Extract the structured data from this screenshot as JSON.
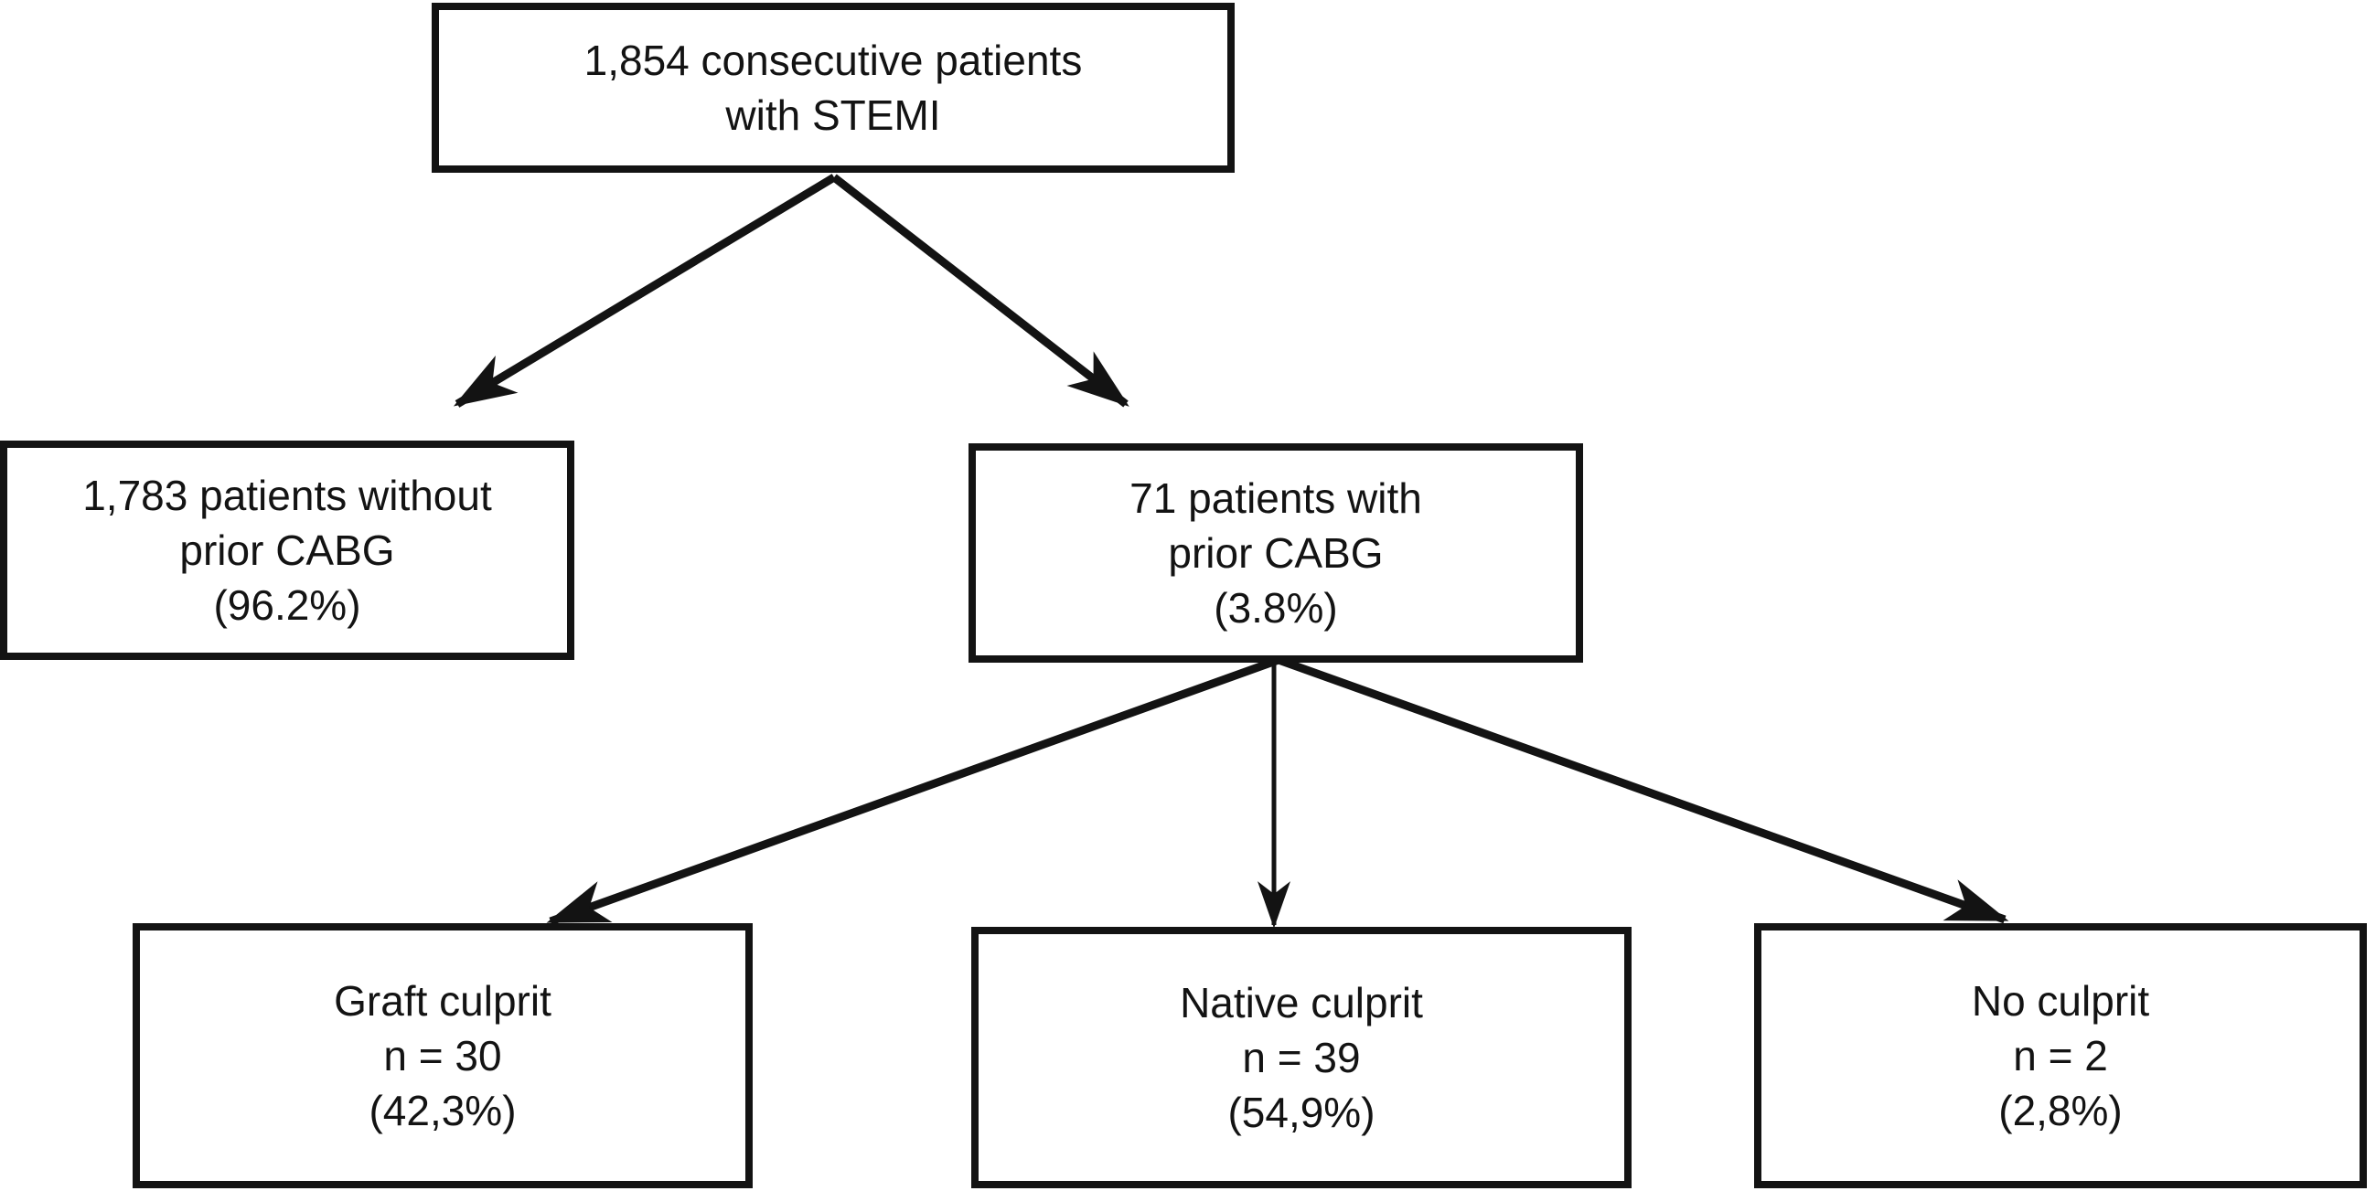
{
  "figure": {
    "background": "#ffffff",
    "ink": "#131313",
    "nodes": {
      "stemi": {
        "lines": [
          "1,854 consecutive patients",
          "with STEMI"
        ]
      },
      "no_prior_cabg": {
        "lines": [
          "1,783 patients without",
          "prior CABG",
          "(96.2%)"
        ]
      },
      "prior_cabg": {
        "lines": [
          "71 patients with",
          "prior CABG",
          "(3.8%)"
        ]
      },
      "graft_culprit": {
        "lines": [
          "Graft culprit",
          "n = 30",
          "(42,3%)"
        ]
      },
      "native_culprit": {
        "lines": [
          "Native culprit",
          "n = 39",
          "(54,9%)"
        ]
      },
      "no_culprit": {
        "lines": [
          "No culprit",
          "n = 2",
          "(2,8%)"
        ]
      }
    },
    "edges": [
      {
        "from": "stemi",
        "to": "no_prior_cabg"
      },
      {
        "from": "stemi",
        "to": "prior_cabg"
      },
      {
        "from": "prior_cabg",
        "to": "graft_culprit"
      },
      {
        "from": "prior_cabg",
        "to": "native_culprit"
      },
      {
        "from": "prior_cabg",
        "to": "no_culprit"
      }
    ]
  }
}
